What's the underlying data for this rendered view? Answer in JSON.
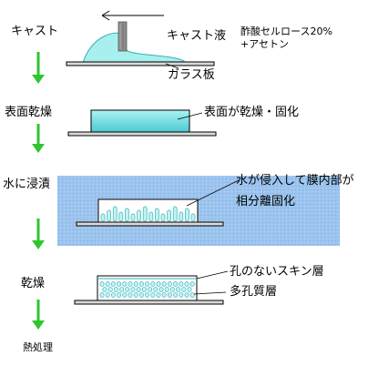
{
  "steps": {
    "casting": "キャスト",
    "surface_drying": "表面乾燥",
    "water_immersion": "水に浸漬",
    "drying": "乾燥",
    "heat_treatment": "熱処理"
  },
  "casting_panel": {
    "solution_label": "キャスト液",
    "composition_line1": "酢酸セルロース20%",
    "composition_line2": "+アセトン",
    "glass_label": "ガラス板"
  },
  "drying_panel": {
    "surface_label": "表面が乾燥・固化"
  },
  "immersion_panel": {
    "note_line1": "水が侵入して膜内部が",
    "note_line2": "相分離固化"
  },
  "final_panel": {
    "skin_label": "孔のないスキン層",
    "porous_label": "多孔質層"
  },
  "colors": {
    "arrow_green": "#2fc52f",
    "solution_cyan": "#a8f0ee",
    "water_blue": "#9cc4ee",
    "glass_gray": "#d9d9d9",
    "blade_gray": "#8c8c8c"
  },
  "icons": {
    "scraper_blade": "blade-icon",
    "casting_direction": "left-arrow-icon",
    "process_flow": "down-arrow-icon"
  }
}
